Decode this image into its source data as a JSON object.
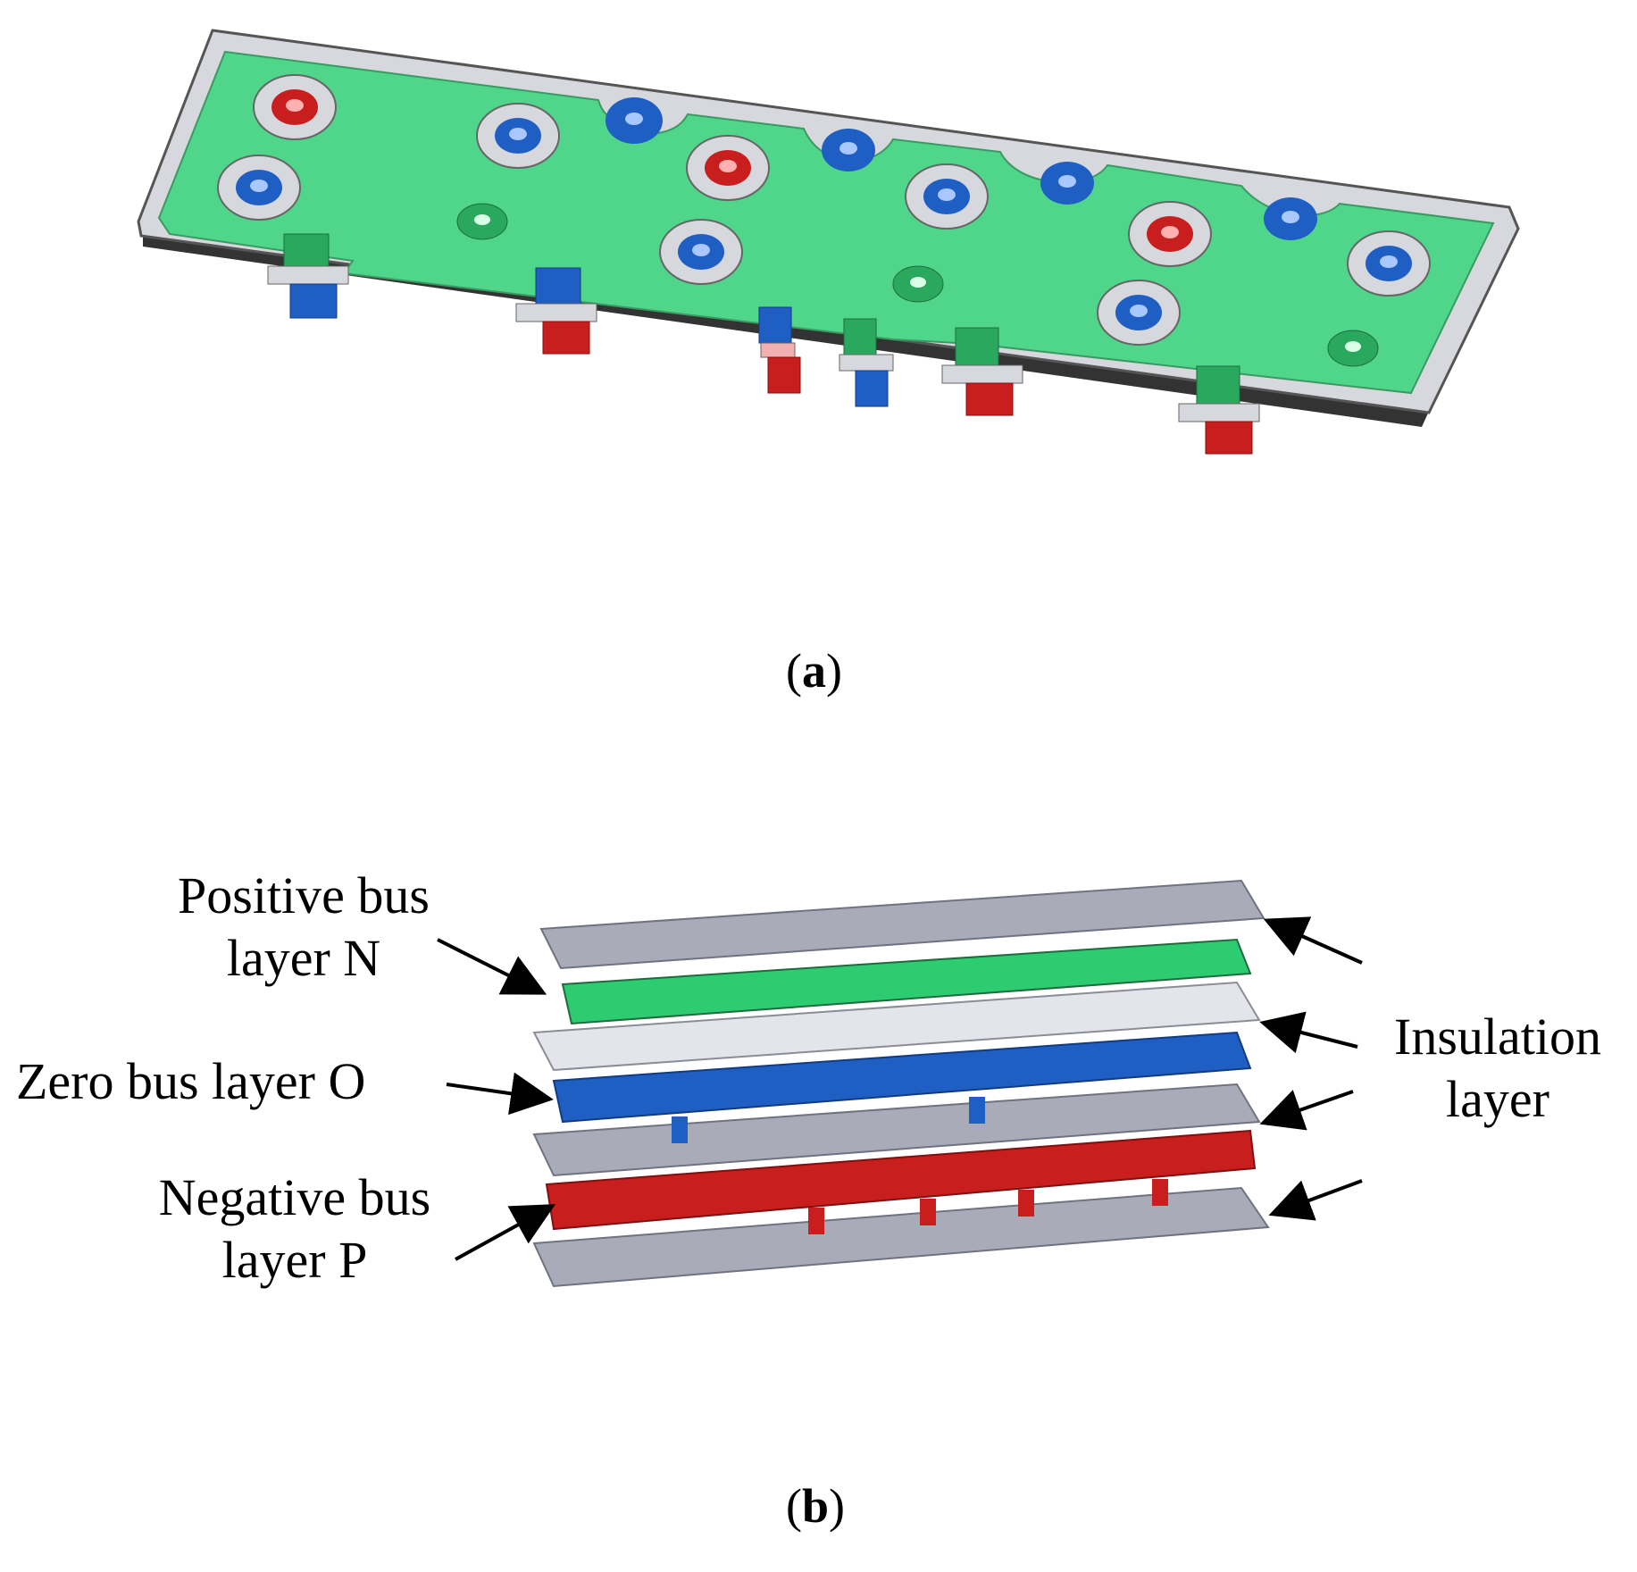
{
  "captions": {
    "a": "a",
    "b": "b"
  },
  "labels": {
    "positive": [
      "Positive bus",
      "layer N"
    ],
    "zero": "Zero bus layer O",
    "negative": [
      "Negative bus",
      "layer P"
    ],
    "insulation": [
      "Insulation",
      "layer"
    ]
  },
  "colors": {
    "positive_layer": "#2ecc71",
    "zero_layer": "#1f5fc4",
    "negative_layer": "#c81e1e",
    "insulation_dark": "#a9acb8",
    "insulation_light": "#e4e5ea",
    "board_frame": "#d6d8de"
  }
}
